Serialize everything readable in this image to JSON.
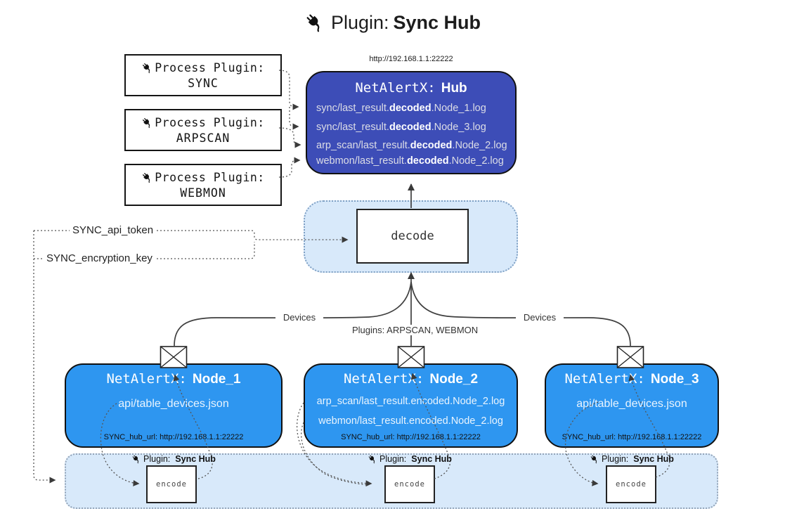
{
  "title": {
    "prefix": "Plugin:",
    "name": "Sync Hub"
  },
  "hub": {
    "url": "http://192.168.1.1:22222",
    "title_prefix": "NetAlertX:",
    "title_name": "Hub",
    "logs": [
      {
        "pre": "sync/last_result.",
        "bold": "decoded",
        "post": ".Node_1.log"
      },
      {
        "pre": "sync/last_result.",
        "bold": "decoded",
        "post": ".Node_3.log"
      },
      {
        "pre": "arp_scan/last_result.",
        "bold": "decoded",
        "post": ".Node_2.log"
      },
      {
        "pre": "webmon/last_result.",
        "bold": "decoded",
        "post": ".Node_2.log"
      }
    ]
  },
  "process_plugins": [
    {
      "label": "Process Plugin:",
      "name": "SYNC"
    },
    {
      "label": "Process Plugin:",
      "name": "ARPSCAN"
    },
    {
      "label": "Process Plugin:",
      "name": "WEBMON"
    }
  ],
  "settings": {
    "api_token": "SYNC_api_token",
    "encryption_key": "SYNC_encryption_key"
  },
  "decode": {
    "label": "decode"
  },
  "edge_labels": {
    "devices_left": "Devices",
    "devices_right": "Devices",
    "plugins": "Plugins: ARPSCAN, WEBMON"
  },
  "nodes": [
    {
      "title_prefix": "NetAlertX:",
      "name": "Node_1",
      "files": [
        "api/table_devices.json"
      ],
      "hub_url": "SYNC_hub_url: http://192.168.1.1:22222"
    },
    {
      "title_prefix": "NetAlertX:",
      "name": "Node_2",
      "files": [
        "arp_scan/last_result.encoded.Node_2.log",
        "webmon/last_result.encoded.Node_2.log"
      ],
      "hub_url": "SYNC_hub_url: http://192.168.1.1:22222"
    },
    {
      "title_prefix": "NetAlertX:",
      "name": "Node_3",
      "files": [
        "api/table_devices.json"
      ],
      "hub_url": "SYNC_hub_url: http://192.168.1.1:22222"
    }
  ],
  "encoders": [
    {
      "label_prefix": "Plugin:",
      "label_name": "Sync Hub",
      "box": "encode"
    },
    {
      "label_prefix": "Plugin:",
      "label_name": "Sync Hub",
      "box": "encode"
    },
    {
      "label_prefix": "Plugin:",
      "label_name": "Sync Hub",
      "box": "encode"
    }
  ],
  "colors": {
    "hub_fill": "#3d4db7",
    "node_fill": "#2e96f0",
    "container_fill": "#d8e9fa",
    "line": "#3f3f3f"
  }
}
